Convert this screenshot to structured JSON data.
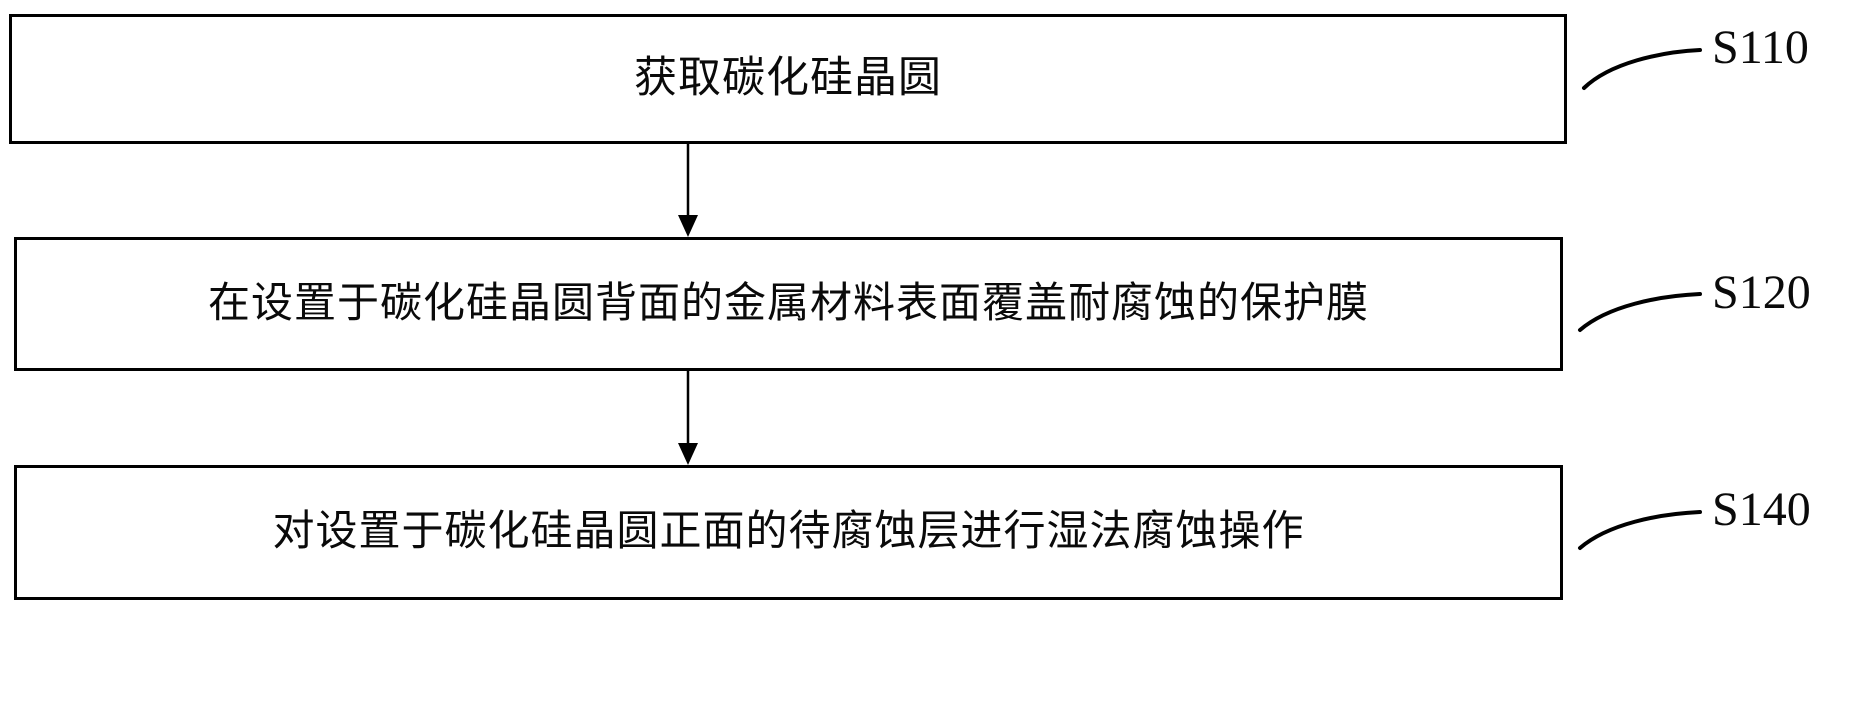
{
  "figure": {
    "type": "flowchart",
    "orientation": "vertical",
    "background_color": "#ffffff",
    "line_color": "#000000"
  },
  "steps": [
    {
      "id": "S110",
      "text": "获取碳化硅晶圆",
      "tag": "S110"
    },
    {
      "id": "S120",
      "text": "在设置于碳化硅晶圆背面的金属材料表面覆盖耐腐蚀的保护膜",
      "tag": "S120"
    },
    {
      "id": "S140",
      "text": "对设置于碳化硅晶圆正面的待腐蚀层进行湿法腐蚀操作",
      "tag": "S140"
    }
  ],
  "connectors": [
    {
      "from": "S110",
      "to": "S120",
      "style": "arrow-down"
    },
    {
      "from": "S120",
      "to": "S140",
      "style": "arrow-down"
    }
  ],
  "leaders": [
    {
      "target": "S110",
      "style": "curved-leader-line"
    },
    {
      "target": "S120",
      "style": "curved-leader-line"
    },
    {
      "target": "S140",
      "style": "curved-leader-line"
    }
  ]
}
